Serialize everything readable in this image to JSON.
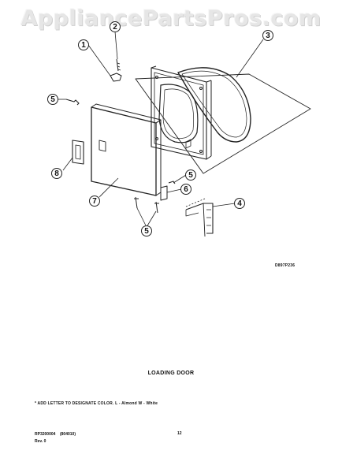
{
  "watermark": "AppliancePartsPros.com",
  "callouts": [
    {
      "id": "c1",
      "label": "1"
    },
    {
      "id": "c2",
      "label": "2"
    },
    {
      "id": "c3",
      "label": "3"
    },
    {
      "id": "c4",
      "label": "4"
    },
    {
      "id": "c5a",
      "label": "5"
    },
    {
      "id": "c5b",
      "label": "5"
    },
    {
      "id": "c5c",
      "label": "5"
    },
    {
      "id": "c6",
      "label": "6"
    },
    {
      "id": "c7",
      "label": "7"
    },
    {
      "id": "c8",
      "label": "8"
    }
  ],
  "drawing_code": "D897P236",
  "section_title": "LOADING DOOR",
  "note": "* ADD LETTER TO DESIGNATE COLOR.  L - Almond  W - White",
  "footer": {
    "part_number": "RP3200004",
    "code": "(804010)",
    "revision": "Rev. 0",
    "page_number": "12"
  }
}
